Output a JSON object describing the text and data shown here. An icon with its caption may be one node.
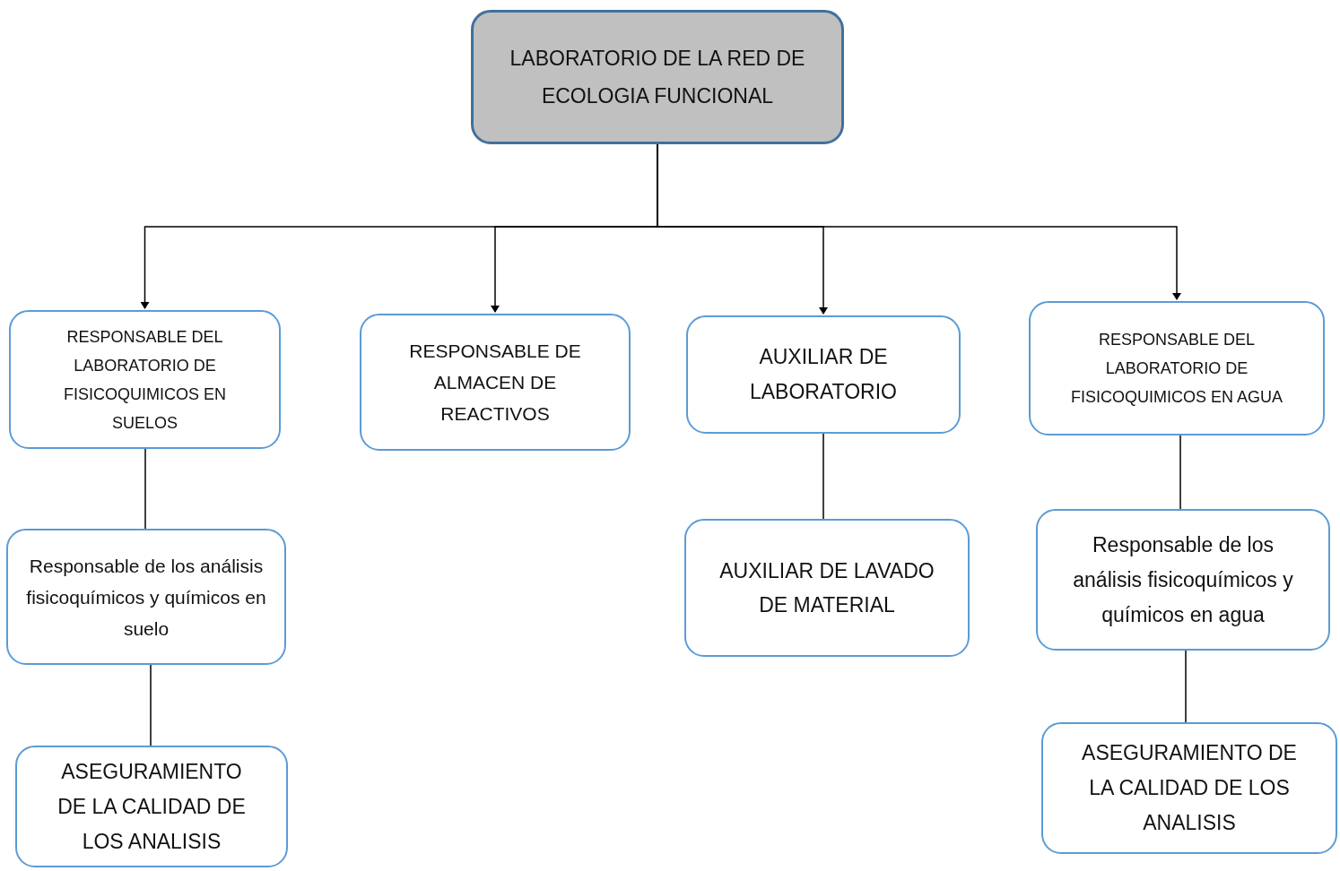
{
  "diagram": {
    "nodes": [
      {
        "text": [
          "LABORATORIO DE LA RED DE ECOLOGIA FUNCIONAL"
        ]
      },
      {
        "text": [
          "RESPONSABLE DEL LABORATORIO DE FISICOQUIMICOS EN SUELOS"
        ]
      },
      {
        "text": [
          "RESPONSABLE DE ALMACEN DE REACTIVOS"
        ]
      },
      {
        "text": [
          "AUXILIAR DE LABORATORIO"
        ]
      },
      {
        "text": [
          "RESPONSABLE DEL LABORATORIO DE FISICOQUIMICOS EN AGUA"
        ]
      },
      {
        "text": [
          "Responsable de los análisis fisicoquímicos y químicos en suelo"
        ]
      },
      {
        "text": [
          "ASEGURAMIENTO DE LA CALIDAD DE LOS ANALISIS"
        ]
      },
      {
        "text": [
          "AUXILIAR DE LAVADO DE MATERIAL"
        ]
      },
      {
        "text": [
          "Responsable de los análisis fisicoquímicos y químicos en agua"
        ]
      },
      {
        "text": [
          "ASEGURAMIENTO DE LA CALIDAD DE LOS ANALISIS"
        ]
      }
    ],
    "edges": [
      {
        "from": 0,
        "to": 1,
        "arrow": "to"
      },
      {
        "from": 0,
        "to": 2,
        "arrow": "to"
      },
      {
        "from": 0,
        "to": 3,
        "arrow": "to"
      },
      {
        "from": 0,
        "to": 4,
        "arrow": "to"
      },
      {
        "from": 1,
        "to": 5,
        "arrow": "none"
      },
      {
        "from": 5,
        "to": 6,
        "arrow": "none"
      },
      {
        "from": 3,
        "to": 7,
        "arrow": "none"
      },
      {
        "from": 4,
        "to": 8,
        "arrow": "none"
      },
      {
        "from": 8,
        "to": 9,
        "arrow": "none"
      }
    ]
  }
}
